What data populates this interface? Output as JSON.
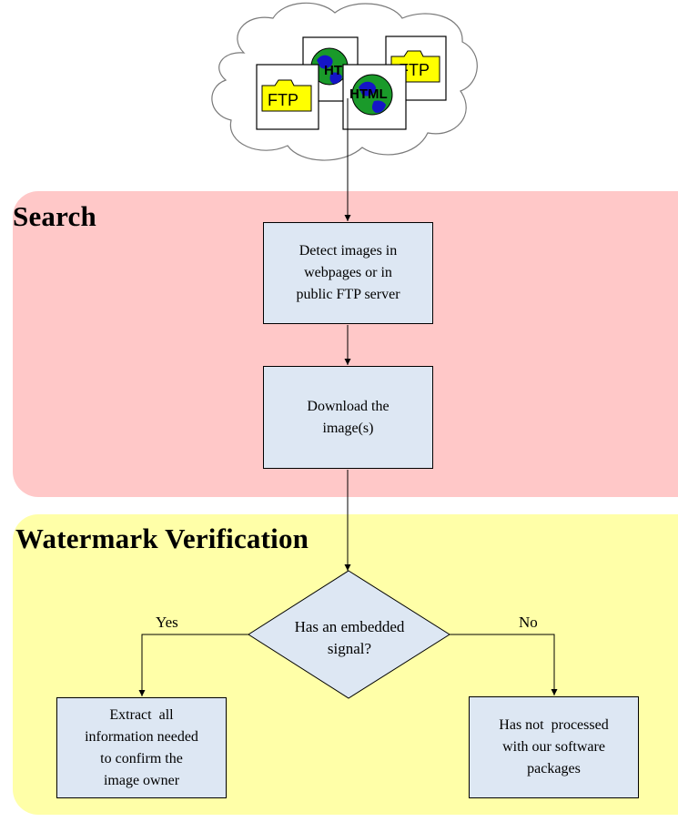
{
  "sections": {
    "search": "Search",
    "verification": "Watermark Verification"
  },
  "cloud": {
    "documents": [
      {
        "type": "FTP",
        "icon": "ftp-folder-icon",
        "label": "FTP"
      },
      {
        "type": "HTML",
        "icon": "html-globe-icon",
        "label": "HTML"
      },
      {
        "type": "FTP",
        "icon": "ftp-folder-icon",
        "label": "FTP"
      },
      {
        "type": "HTML",
        "icon": "html-globe-icon",
        "label": "HTML"
      }
    ]
  },
  "nodes": {
    "detect": {
      "lines": [
        "Detect images in",
        "webpages or in",
        "public FTP server"
      ]
    },
    "download": {
      "lines": [
        "Download the",
        "image(s)"
      ]
    },
    "decision": {
      "lines": [
        "Has an embedded",
        "signal?"
      ]
    },
    "extract": {
      "lines": [
        "Extract  all",
        "information needed",
        "to confirm the",
        "image owner"
      ]
    },
    "not_processed": {
      "lines": [
        "Has not  processed",
        "with our software",
        "packages"
      ]
    }
  },
  "edges": {
    "yes": "Yes",
    "no": "No"
  },
  "colors": {
    "search_band": "#ffc8c8",
    "verification_band": "#ffffa8",
    "box_fill": "#dde7f3",
    "folder_yellow": "#ffff00",
    "globe_green": "#1a9a2a",
    "globe_blue": "#1515c8"
  }
}
